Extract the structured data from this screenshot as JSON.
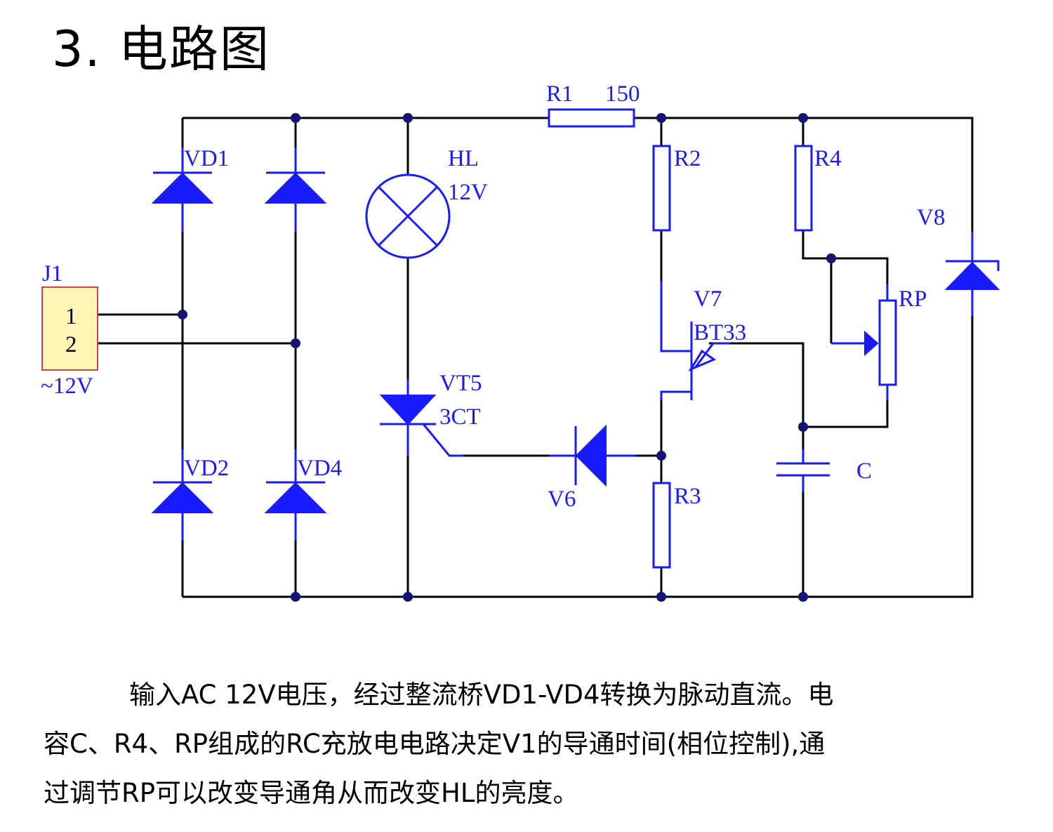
{
  "title": "3. 电路图",
  "labels": {
    "R1": "R1",
    "R1_value": "150",
    "VD1": "VD1",
    "VD2": "VD2",
    "VD4": "VD4",
    "HL": "HL",
    "HL_value": "12V",
    "J1": "J1",
    "J1_pin1": "1",
    "J1_pin2": "2",
    "J1_value": "~12V",
    "VT5": "VT5",
    "VT5_value": "3CT",
    "V6": "V6",
    "R2": "R2",
    "R3": "R3",
    "R4": "R4",
    "V7": "V7",
    "V7_value": "BT33",
    "C": "C",
    "RP": "RP",
    "V8": "V8"
  },
  "colors": {
    "component": "#1a1aff",
    "wire": "#000000",
    "junction": "#141478",
    "connector_fill": "#fff5b4",
    "connector_border": "#c84646"
  },
  "description": {
    "line1": "输入AC 12V电压，经过整流桥VD1-VD4转换为脉动直流。电",
    "line2": "容C、R4、RP组成的RC充放电电路决定V1的导通时间(相位控制),通",
    "line3": "过调节RP可以改变导通角从而改变HL的亮度。"
  }
}
